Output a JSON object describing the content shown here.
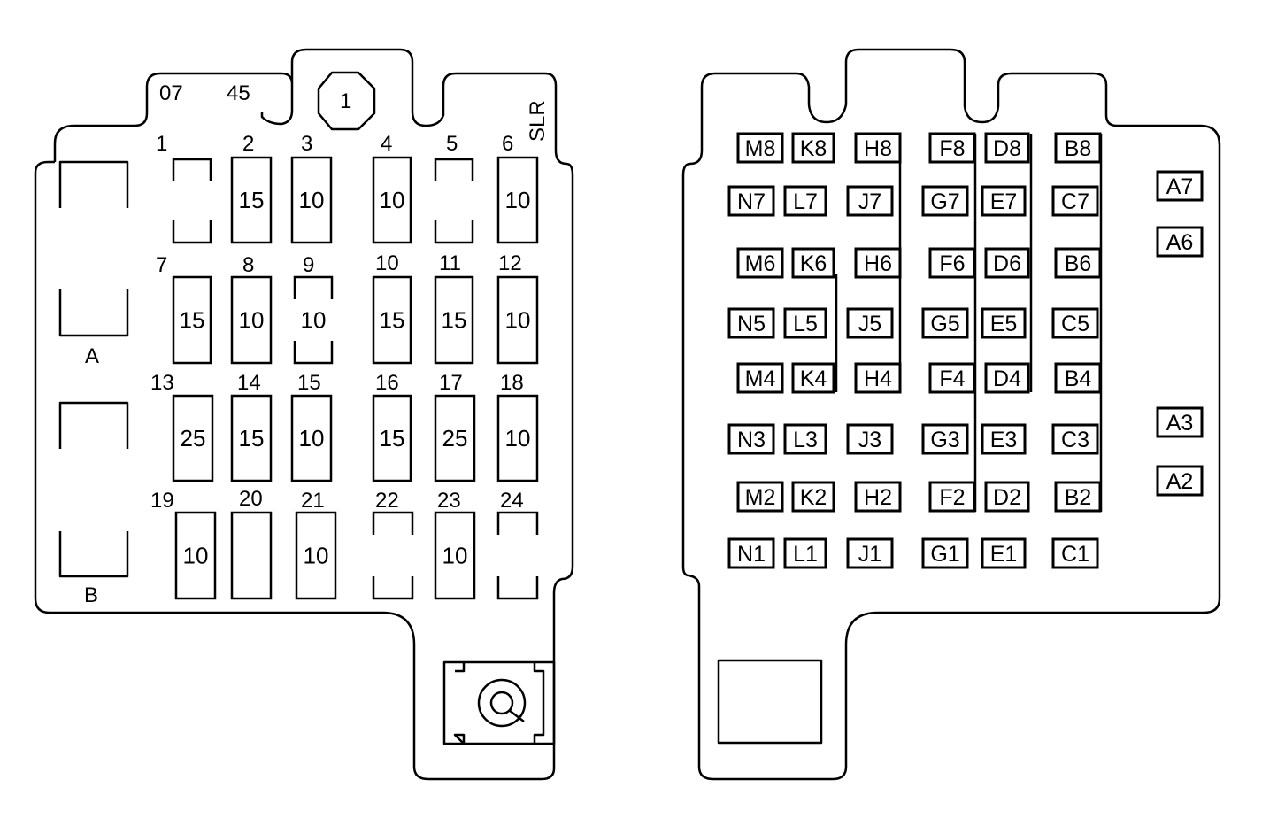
{
  "left_panel": {
    "labels": {
      "top_left_a": "07",
      "top_left_b": "45",
      "hex_label": "1",
      "side_label": "SLR",
      "relay_a": "A",
      "relay_b": "B"
    },
    "fuses": [
      {
        "num": "1",
        "rating": "",
        "open": true
      },
      {
        "num": "2",
        "rating": "15",
        "open": false
      },
      {
        "num": "3",
        "rating": "10",
        "open": false
      },
      {
        "num": "4",
        "rating": "10",
        "open": false
      },
      {
        "num": "5",
        "rating": "",
        "open": true
      },
      {
        "num": "6",
        "rating": "10",
        "open": false
      },
      {
        "num": "7",
        "rating": "15",
        "open": false
      },
      {
        "num": "8",
        "rating": "10",
        "open": false
      },
      {
        "num": "9",
        "rating": "10",
        "open": true
      },
      {
        "num": "10",
        "rating": "15",
        "open": false
      },
      {
        "num": "11",
        "rating": "15",
        "open": false
      },
      {
        "num": "12",
        "rating": "10",
        "open": false
      },
      {
        "num": "13",
        "rating": "25",
        "open": false
      },
      {
        "num": "14",
        "rating": "15",
        "open": false
      },
      {
        "num": "15",
        "rating": "10",
        "open": false
      },
      {
        "num": "16",
        "rating": "15",
        "open": false
      },
      {
        "num": "17",
        "rating": "25",
        "open": false
      },
      {
        "num": "18",
        "rating": "10",
        "open": false
      },
      {
        "num": "19",
        "rating": "10",
        "open": false
      },
      {
        "num": "20",
        "rating": "",
        "open": false
      },
      {
        "num": "21",
        "rating": "10",
        "open": false
      },
      {
        "num": "22",
        "rating": "",
        "open": true
      },
      {
        "num": "23",
        "rating": "10",
        "open": false
      },
      {
        "num": "24",
        "rating": "",
        "open": true
      }
    ]
  },
  "right_panel": {
    "connectors": [
      "M8",
      "K8",
      "H8",
      "F8",
      "D8",
      "B8",
      "N7",
      "L7",
      "J7",
      "G7",
      "E7",
      "C7",
      "M6",
      "K6",
      "H6",
      "F6",
      "D6",
      "B6",
      "N5",
      "L5",
      "J5",
      "G5",
      "E5",
      "C5",
      "M4",
      "K4",
      "H4",
      "F4",
      "D4",
      "B4",
      "N3",
      "L3",
      "J3",
      "G3",
      "E3",
      "C3",
      "M2",
      "K2",
      "H2",
      "F2",
      "D2",
      "B2",
      "N1",
      "L1",
      "J1",
      "G1",
      "E1",
      "C1",
      "A7",
      "A6",
      "A3",
      "A2"
    ]
  }
}
